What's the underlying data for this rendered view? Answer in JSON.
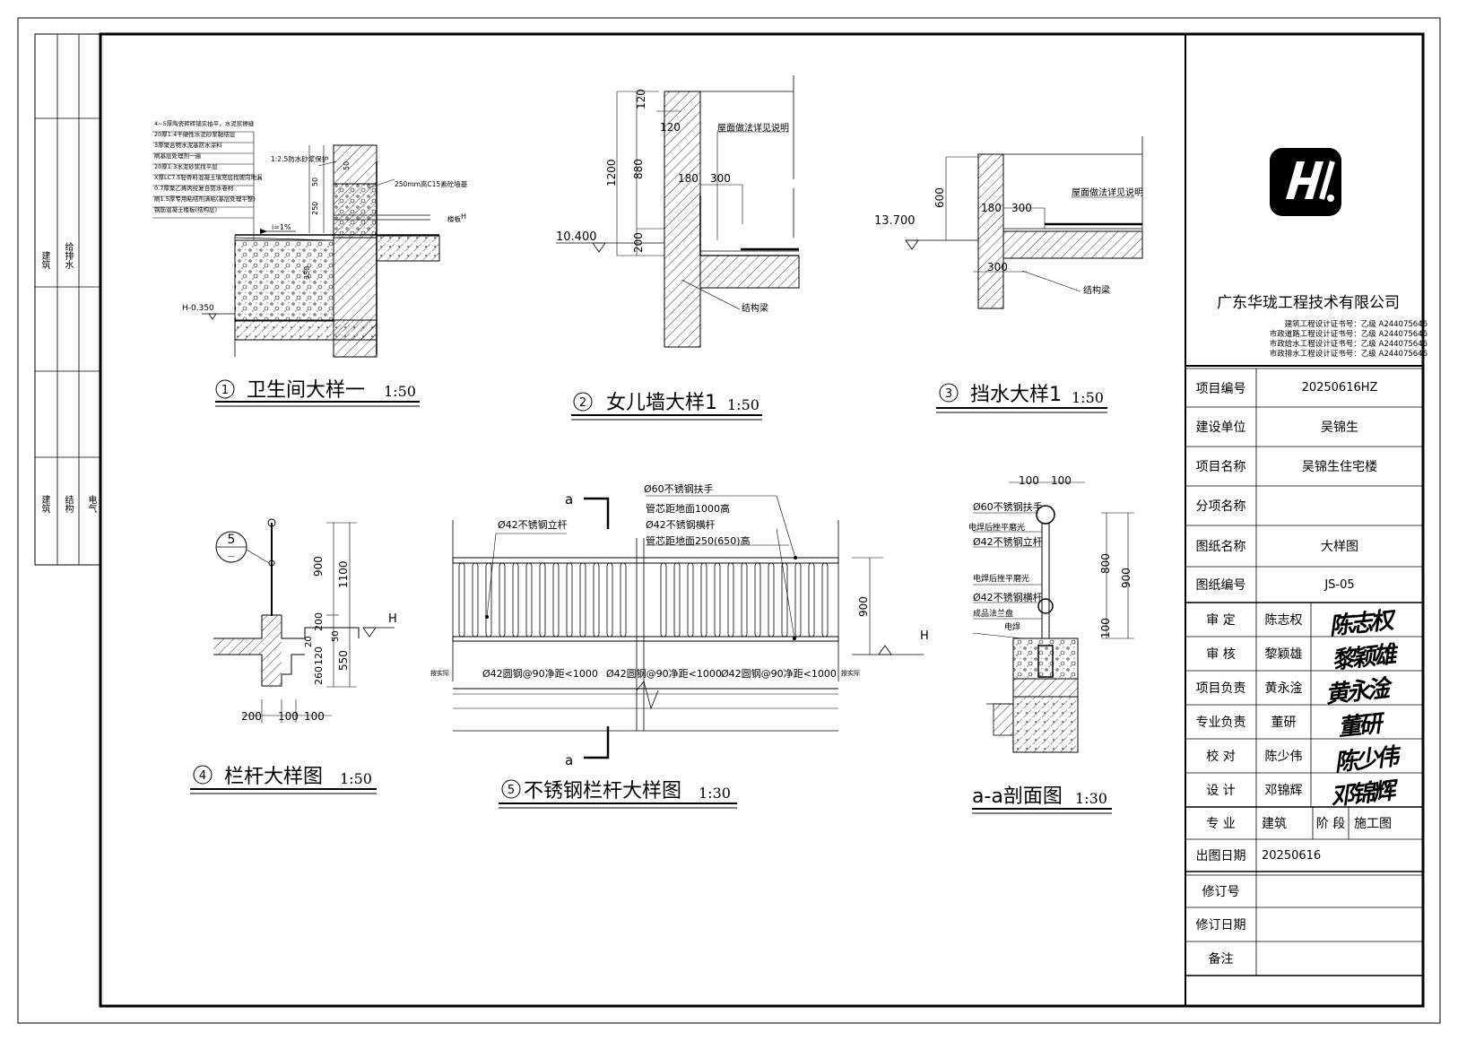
{
  "drawings": {
    "d1": {
      "num": "1",
      "title": "卫生间大样一",
      "scale": "1:50",
      "notes": [
        "4~5厚陶瓷砖砖铺实拍平，水泥浆擦缝",
        "20厚1:4干硬性水泥砂浆黏结层",
        "3厚聚合物水泥基防水涂料",
        "刷基层处理剂一遍",
        "20厚1:3水泥砂浆找平层",
        "X厚LC7.5轻骨料混凝土填充层找坡向地漏",
        "0.7厚聚乙烯丙纶复合防水卷材",
        "刷1.5厚专用粘结剂满粘(基层处理平整)",
        "钢筋混凝土楼板(结构层)"
      ],
      "label_mortar": "1:2.5防水砂浆保护",
      "label_wall": "250mm高C15素砼墙基",
      "label_slope": "i=1%",
      "label_level": "H-0.350",
      "label_floor": "楼板",
      "label_h": "H",
      "dims": [
        "50",
        "250",
        "50",
        "350"
      ]
    },
    "d2": {
      "num": "2",
      "title": "女儿墙大样1",
      "scale": "1:50",
      "level": "10.400",
      "note_roof": "屋面做法详见说明",
      "note_beam": "结构梁",
      "dims": [
        "120",
        "1200",
        "880",
        "200",
        "120",
        "180",
        "300"
      ]
    },
    "d3": {
      "num": "3",
      "title": "挡水大样1",
      "scale": "1:50",
      "level": "13.700",
      "note_roof": "屋面做法详见说明",
      "note_beam": "结构梁",
      "dims": [
        "600",
        "180",
        "300",
        "300"
      ]
    },
    "d4": {
      "num": "4",
      "title": "栏杆大样图",
      "scale": "1:50",
      "callout_num": "5",
      "callout_sub": "—",
      "level": "H",
      "dims": [
        "900",
        "1100",
        "200",
        "50",
        "20",
        "120",
        "260",
        "550",
        "200",
        "100",
        "100"
      ]
    },
    "d5": {
      "num": "5",
      "title": "不锈钢栏杆大样图",
      "scale": "1:30",
      "section_mark": "a",
      "labels": [
        "Ø60不锈钢扶手",
        "管芯距地面1000高",
        "Ø42不锈钢横杆",
        "管芯距地面250(650)高",
        "Ø42不锈钢立杆"
      ],
      "spacing": [
        "Ø42圆钢@90净距<1000",
        "Ø42圆钢@90净距<1000",
        "Ø42圆钢@90净距<1000"
      ],
      "edge_left": "按实际",
      "edge_right": "按实际",
      "dim_height": "900",
      "level": "H"
    },
    "d6": {
      "title": "a-a剖面图",
      "scale": "1:30",
      "labels": [
        "Ø60不锈钢扶手",
        "电焊后挫平磨光",
        "Ø42不锈钢立杆",
        "电焊后挫平磨光",
        "Ø42不锈钢横杆",
        "成品法兰盘",
        "电焊"
      ],
      "dims": [
        "100",
        "100",
        "800",
        "900",
        "100"
      ]
    }
  },
  "left_strip": {
    "group1": [
      "建筑",
      "给排水"
    ],
    "group2": [
      "建筑",
      "结构",
      "电气"
    ]
  },
  "title_block": {
    "company": "广东华珑工程技术有限公司",
    "certs": [
      "建筑工程设计证书号：乙级  A244075646",
      "市政道路工程设计证书号：乙级  A244075646",
      "市政给水工程设计证书号：乙级  A244075646",
      "市政排水工程设计证书号：乙级  A244075646"
    ],
    "rows": [
      {
        "label": "项目编号",
        "value": "20250616HZ"
      },
      {
        "label": "建设单位",
        "value": "吴锦生"
      },
      {
        "label": "项目名称",
        "value": "吴锦生住宅楼"
      },
      {
        "label": "分项名称",
        "value": ""
      },
      {
        "label": "图纸名称",
        "value": "大样图"
      },
      {
        "label": "图纸编号",
        "value": "JS-05"
      }
    ],
    "people": [
      {
        "role": "审 定",
        "name": "陈志权",
        "sig": "陈志权"
      },
      {
        "role": "审 核",
        "name": "黎颖雄",
        "sig": "黎颖雄"
      },
      {
        "role": "项目负责",
        "name": "黄永淦",
        "sig": "黄永淦"
      },
      {
        "role": "专业负责",
        "name": "董研",
        "sig": "董研"
      },
      {
        "role": "校 对",
        "name": "陈少伟",
        "sig": "陈少伟"
      },
      {
        "role": "设 计",
        "name": "邓锦辉",
        "sig": "邓锦辉"
      }
    ],
    "specialty_label": "专 业",
    "specialty": "建筑",
    "stage_label": "阶 段",
    "stage": "施工图",
    "date_label": "出图日期",
    "date": "20250616",
    "revision_label": "修订号",
    "revision_date_label": "修订日期",
    "remark_label": "备注"
  }
}
